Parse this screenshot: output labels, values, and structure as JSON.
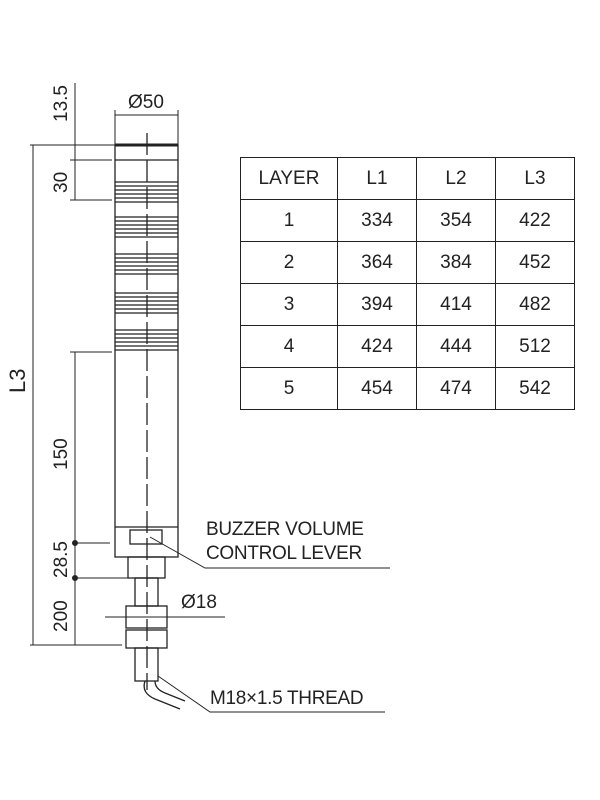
{
  "dimensions": {
    "diameter_top": "Ø50",
    "top_height": "13.5",
    "layer_height": "30",
    "body_length": "150",
    "base_height": "28.5",
    "lower_length": "200",
    "overall": "L3",
    "diameter_base": "Ø18"
  },
  "callouts": {
    "buzzer_line1": "BUZZER VOLUME",
    "buzzer_line2": "CONTROL LEVER",
    "thread": "M18×1.5 THREAD"
  },
  "table": {
    "headers": [
      "LAYER",
      "L1",
      "L2",
      "L3"
    ],
    "rows": [
      [
        "1",
        "334",
        "354",
        "422"
      ],
      [
        "2",
        "364",
        "384",
        "452"
      ],
      [
        "3",
        "394",
        "414",
        "482"
      ],
      [
        "4",
        "424",
        "444",
        "512"
      ],
      [
        "5",
        "454",
        "474",
        "542"
      ]
    ]
  }
}
